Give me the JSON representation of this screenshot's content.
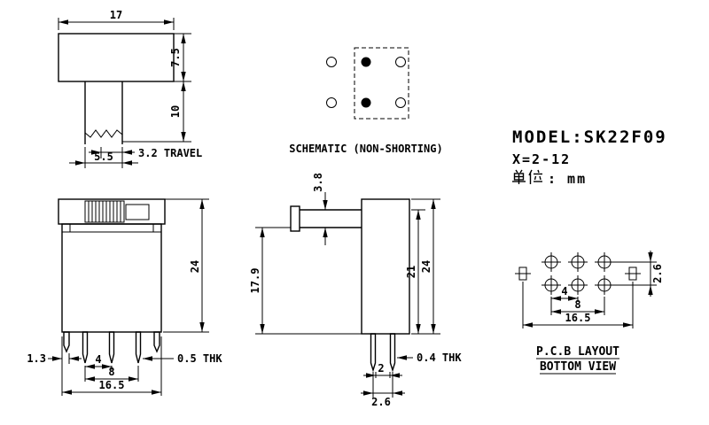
{
  "title_block": {
    "model": "MODEL:SK22F09",
    "x_range": "X=2-12",
    "unit_prefix": "单位",
    "unit_suffix": ": mm"
  },
  "schematic": {
    "caption": "SCHEMATIC (NON-SHORTING)"
  },
  "front_view": {
    "cap_width": "17",
    "cap_height": "7.5",
    "stem_length": "10",
    "travel": "3.2 TRAVEL",
    "stem_width": "5.5"
  },
  "terminal_view": {
    "height": "24",
    "edge_to_pin": "1.3",
    "pin_pitch": "4",
    "pin_span": "8",
    "base_width": "16.5",
    "pin_thickness": "0.5 THK"
  },
  "side_view": {
    "actuator_height": "3.8",
    "body_below_actuator": "17.9",
    "height_inner": "21",
    "height_total": "24",
    "pin_gap": "2",
    "row_pitch": "2.6",
    "pin_thickness": "0.4 THK"
  },
  "pcb_layout": {
    "hole_pitch": "4",
    "hole_span": "8",
    "slot_span": "16.5",
    "row_pitch": "2.6",
    "caption_line1": "P.C.B LAYOUT",
    "caption_line2": "BOTTOM VIEW"
  }
}
